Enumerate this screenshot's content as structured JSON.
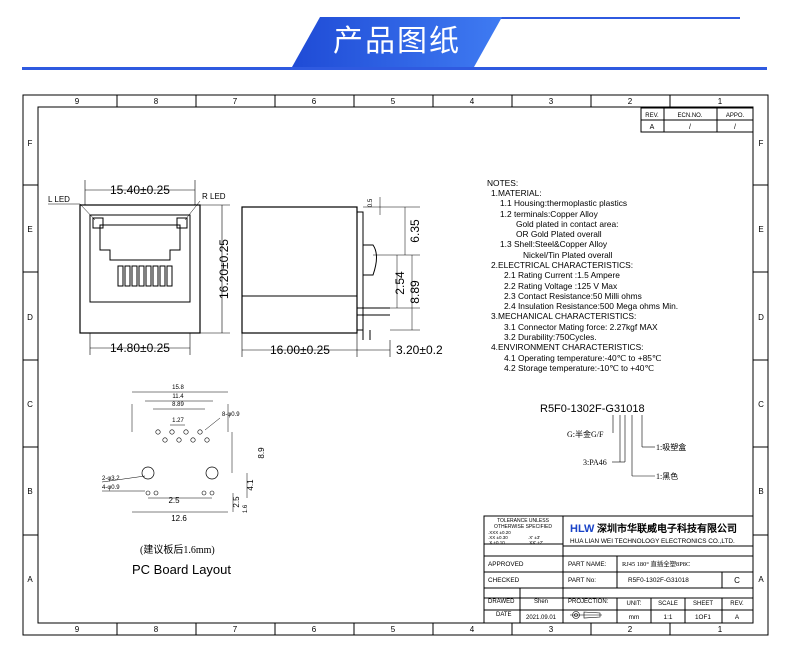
{
  "header": {
    "title": "产品图纸"
  },
  "border": {
    "columns": [
      "9",
      "8",
      "7",
      "6",
      "5",
      "4",
      "3",
      "2",
      "1"
    ],
    "rows": [
      "F",
      "E",
      "D",
      "C",
      "B",
      "A"
    ]
  },
  "revision": {
    "headers": [
      "REV.",
      "ECN.NO.",
      "APPO."
    ],
    "values": [
      "A",
      "/",
      "/"
    ]
  },
  "front_view": {
    "l_led": "L LED",
    "r_led": "R LED",
    "width_top": "15.40±0.25",
    "width_bottom": "14.80±0.25",
    "height": "16.20±0.25"
  },
  "side_view": {
    "dim_05": "0.5",
    "dim_635": "6.35",
    "dim_254": "2.54",
    "dim_889": "8.89",
    "length": "16.00±0.25",
    "pin_length": "3.20±0.2"
  },
  "notes": [
    "NOTES:",
    "1.MATERIAL:",
    "1.1  Housing:thermoplastic  plastics",
    "1.2  terminals:Copper Alloy",
    "Gold  plated  in  contact area:",
    "OR Gold    Plated  overall",
    "1.3  Shell:Steel&Copper  Alloy",
    "Nickel/Tin  Plated  overall",
    "2.ELECTRICAL  CHARACTERISTICS:",
    "2.1  Rating  Current  :1.5  Ampere",
    "2.2  Rating  Voltage  :125  V  Max",
    "2.3  Contact  Resistance:50  Milli  ohms",
    "2.4  Insulation  Resistance:500  Mega  ohms  Min.",
    "3.MECHANICAL  CHARACTERISTICS:",
    "3.1  Connector  Mating  force:  2.27kgf  MAX",
    "3.2  Durability:750Cycles.",
    "4.ENVIRONMENT  CHARACTERISTICS:",
    "4.1  Operating  temperature:-40℃  to  +85℃",
    "4.2  Storage  temperature:-10℃  to  +40℃"
  ],
  "part_code": {
    "code": "R5F0-1302F-G31018",
    "g_label": "G:半金G/F",
    "pa_label": "3:PA46",
    "box_label": "1:吸塑盒",
    "color_label": "1:黑色"
  },
  "pcb_layout": {
    "dim_158": "15.8",
    "dim_114": "11.4",
    "dim_889": "8.89",
    "dim_127": "1.27",
    "hole_09": "8-φ0.9",
    "hole_32": "2-φ3.2",
    "hole_09b": "4-φ0.9",
    "dim_25a": "2.5",
    "dim_126": "12.6",
    "dim_89": "8.9",
    "dim_41": "4.1",
    "dim_25b": "2.5",
    "dim_16": "1.6",
    "note": "(建议板后1.6mm)",
    "title": "PC Board Layout"
  },
  "title_block": {
    "tolerance_title": "TOLERANCE UNLESS",
    "tolerance_title2": "OTHERWISE SPECIFIED",
    "tol1": ".XXX ±0.20",
    "tol2": ".XX  ±0.30",
    "tol3": ".X   ±0.10",
    "tol4": ".X'  ±3'",
    "tol5": ".XX' ±2'",
    "logo": "HLW",
    "company_cn": "深圳市华联威电子科技有限公司",
    "company_en": "HUA LIAN WEI TECHNOLOGY ELECTRONICS CO.,LTD.",
    "approved": "APPROVED",
    "part_name_label": "PART NAME:",
    "part_name": "RJ45 180° 直插全塑8P8C",
    "checked": "CHECKED",
    "part_no_label": "PART No:",
    "part_no": "R5F0-1302F-G31018",
    "part_rev": "C",
    "drawn": "DRAWED",
    "drawn_by": "Shen",
    "projection": "PROJECTION:",
    "unit_label": "UNIT:",
    "scale_label": "SCALE",
    "sheet_label": "SHEET",
    "rev_label": "REV.",
    "date_label": "DATE",
    "date": "2021.09.01",
    "unit": "mm",
    "scale": "1:1",
    "sheet": "1OF1",
    "rev": "A"
  }
}
